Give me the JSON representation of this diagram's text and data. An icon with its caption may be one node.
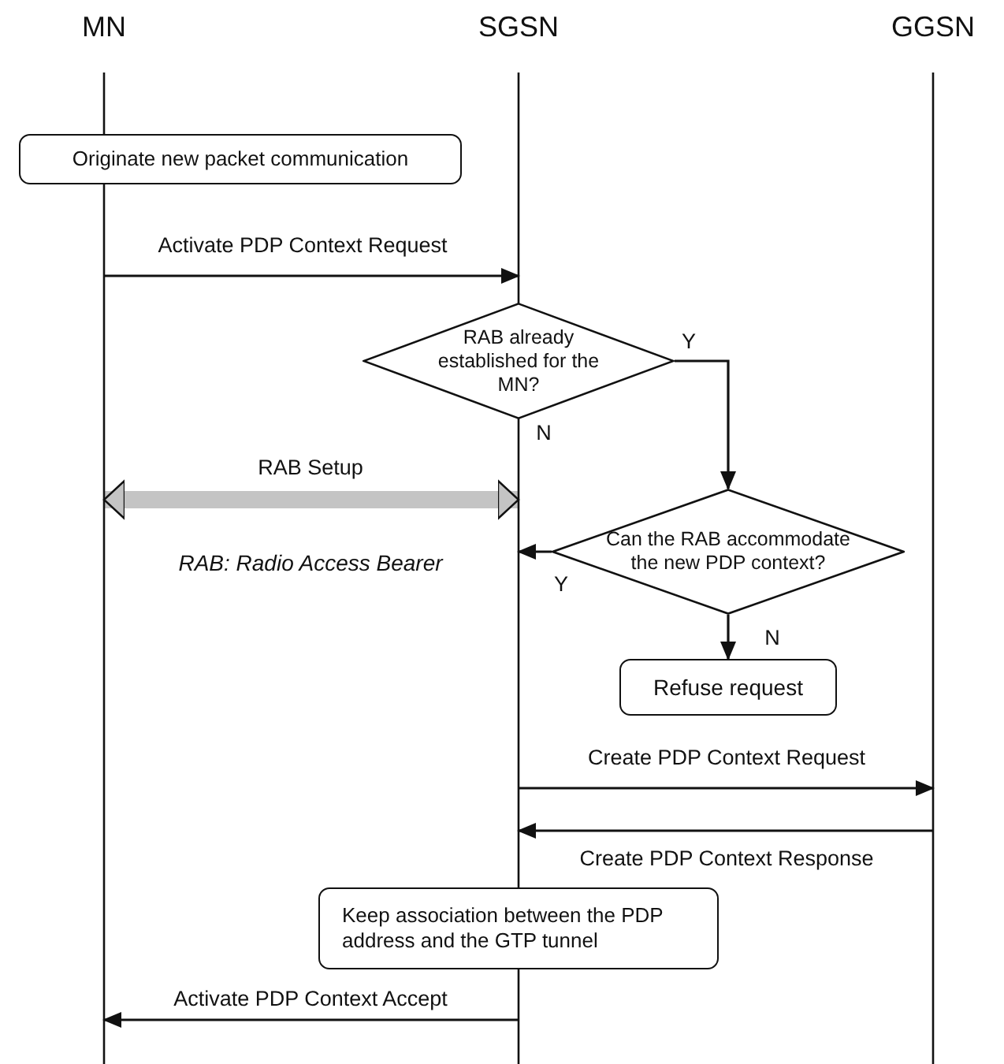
{
  "diagram": {
    "nodes": [
      {
        "text": [
          "MN"
        ]
      },
      {
        "text": [
          "SGSN"
        ]
      },
      {
        "text": [
          "GGSN"
        ]
      },
      {
        "text": [
          "Originate new packet communication"
        ]
      },
      {
        "text": [
          "RAB already established for the MN?"
        ]
      },
      {
        "text": [
          "Can the RAB accommodate the new PDP context?"
        ]
      },
      {
        "text": [
          "Refuse request"
        ]
      },
      {
        "text": [
          "Keep association between the PDP address and the GTP tunnel"
        ]
      }
    ],
    "edges": [
      {
        "from": 0,
        "to": 1,
        "arrow": "to",
        "label": "Activate PDP Context Request"
      },
      {
        "from": 4,
        "to": 5,
        "arrow": "to",
        "label": "Y"
      },
      {
        "from": 0,
        "to": 1,
        "arrow": "both",
        "label": "RAB Setup",
        "style": "thick",
        "color": "#c4c4c4"
      },
      {
        "from": 5,
        "to": 1,
        "arrow": "to",
        "label": "Y"
      },
      {
        "from": 5,
        "to": 6,
        "arrow": "to",
        "label": "N"
      },
      {
        "from": 1,
        "to": 2,
        "arrow": "to",
        "label": "Create PDP Context Request"
      },
      {
        "from": 2,
        "to": 1,
        "arrow": "to",
        "label": "Create PDP Context Response"
      },
      {
        "from": 1,
        "to": 0,
        "arrow": "to",
        "label": "Activate PDP Context Accept"
      }
    ],
    "labels": [
      "N",
      "RAB: Radio Access Bearer"
    ]
  }
}
